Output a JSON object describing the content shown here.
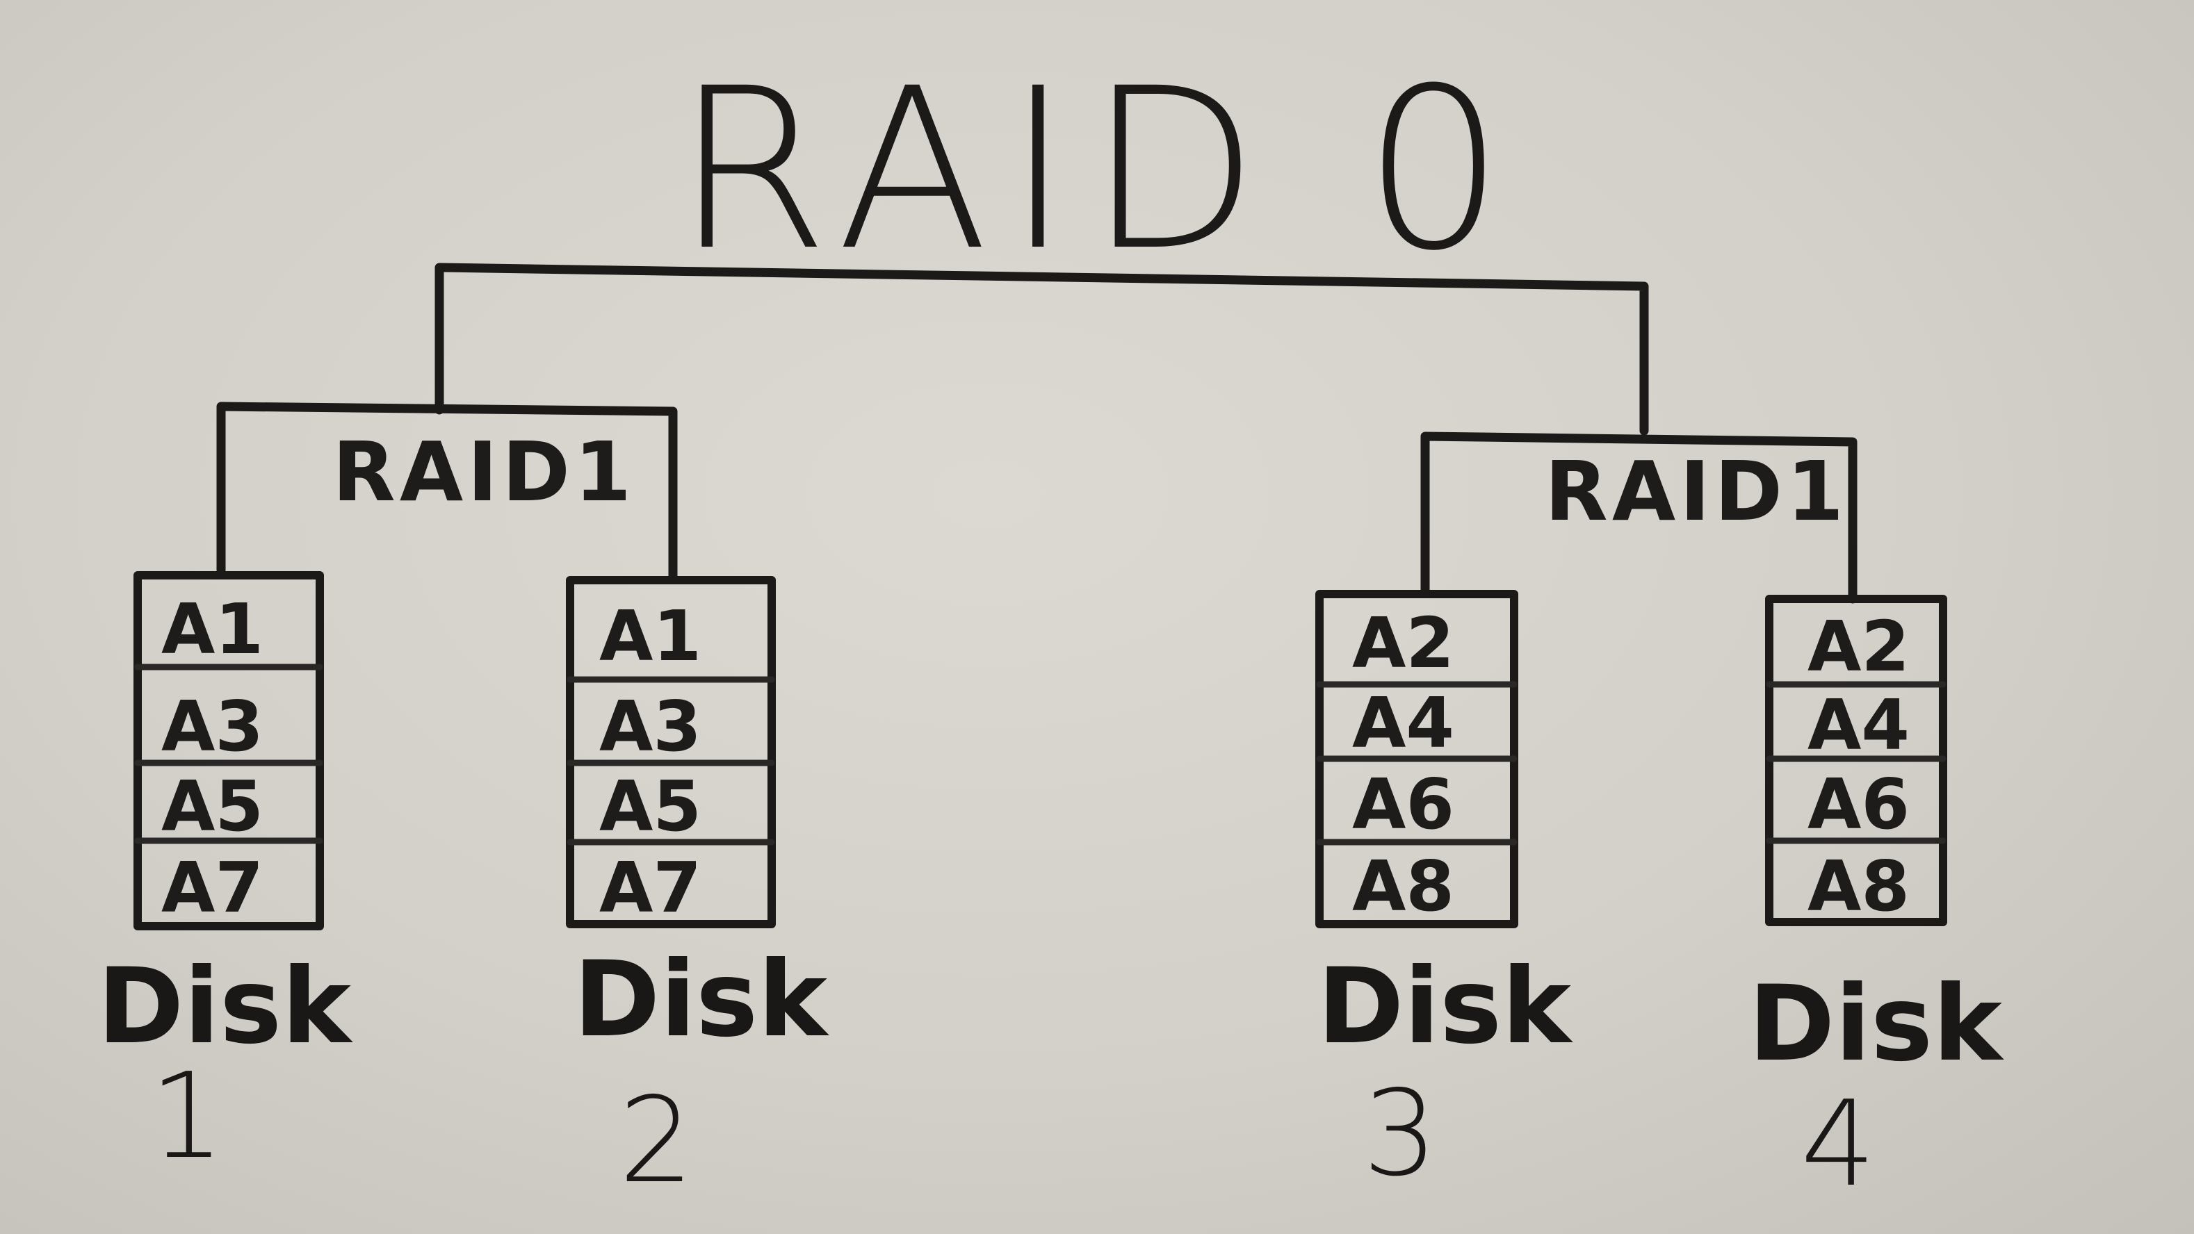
{
  "diagram": {
    "title": "RAID 0",
    "colors": {
      "board": "#d6d3cc",
      "ink": "#1c1a19"
    },
    "mirror_groups": [
      {
        "label": "RAID1",
        "disks": [
          {
            "word": "Disk",
            "number": "1",
            "blocks": [
              "A1",
              "A3",
              "A5",
              "A7"
            ]
          },
          {
            "word": "Disk",
            "number": "2",
            "blocks": [
              "A1",
              "A3",
              "A5",
              "A7"
            ]
          }
        ]
      },
      {
        "label": "RAID1",
        "disks": [
          {
            "word": "Disk",
            "number": "3",
            "blocks": [
              "A2",
              "A4",
              "A6",
              "A8"
            ]
          },
          {
            "word": "Disk",
            "number": "4",
            "blocks": [
              "A2",
              "A4",
              "A6",
              "A8"
            ]
          }
        ]
      }
    ]
  }
}
